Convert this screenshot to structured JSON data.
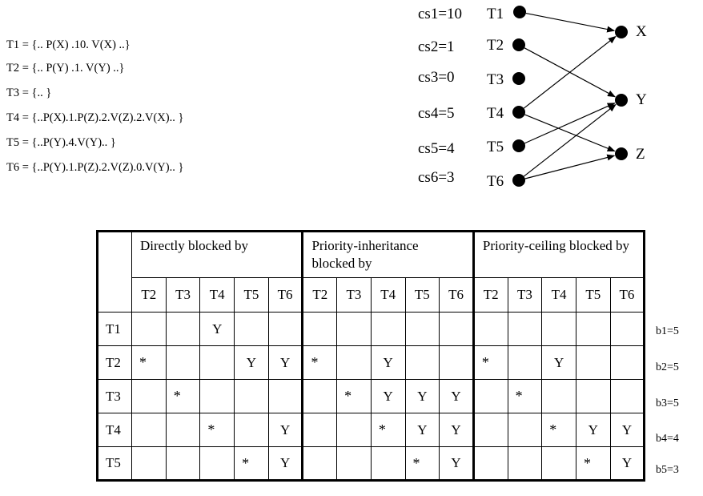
{
  "task_definitions": [
    "T1 = {.. P(X) .10. V(X) ..}",
    "T2 = {.. P(Y) .1. V(Y) ..}",
    "T3 = {.. }",
    "T4 = {..P(X).1.P(Z).2.V(Z).2.V(X).. }",
    "T5 = {..P(Y).4.V(Y).. }",
    "T6 = {..P(Y).1.P(Z).2.V(Z).0.V(Y).. }"
  ],
  "graph": {
    "critical_sections": [
      "cs1=10",
      "cs2=1",
      "cs3=0",
      "cs4=5",
      "cs5=4",
      "cs6=3"
    ],
    "tasks": [
      "T1",
      "T2",
      "T3",
      "T4",
      "T5",
      "T6"
    ],
    "resources": [
      "X",
      "Y",
      "Z"
    ],
    "edges": [
      {
        "from": "T1",
        "to": "X"
      },
      {
        "from": "T2",
        "to": "Y"
      },
      {
        "from": "T4",
        "to": "X"
      },
      {
        "from": "T4",
        "to": "Z"
      },
      {
        "from": "T5",
        "to": "Y"
      },
      {
        "from": "T6",
        "to": "Y"
      },
      {
        "from": "T6",
        "to": "Z"
      }
    ]
  },
  "table": {
    "groups": [
      "Directly blocked by",
      "Priority-inheritance blocked by",
      "Priority-ceiling blocked by"
    ],
    "columns": [
      "T2",
      "T3",
      "T4",
      "T5",
      "T6"
    ],
    "rows": [
      {
        "task": "T1",
        "cells": [
          "",
          "",
          "Y",
          "",
          "",
          "",
          "",
          "",
          "",
          "",
          "",
          "",
          "",
          "",
          ""
        ]
      },
      {
        "task": "T2",
        "cells": [
          "*",
          "",
          "",
          "Y",
          "Y",
          "*",
          "",
          "Y",
          "",
          "",
          "*",
          "",
          "Y",
          "",
          ""
        ]
      },
      {
        "task": "T3",
        "cells": [
          "",
          "*",
          "",
          "",
          "",
          "",
          "*",
          "Y",
          "Y",
          "Y",
          "",
          "*",
          "",
          "",
          ""
        ]
      },
      {
        "task": "T4",
        "cells": [
          "",
          "",
          "*",
          "",
          "Y",
          "",
          "",
          "*",
          "Y",
          "Y",
          "",
          "",
          "*",
          "Y",
          "Y"
        ]
      },
      {
        "task": "T5",
        "cells": [
          "",
          "",
          "",
          "*",
          "Y",
          "",
          "",
          "",
          "*",
          "Y",
          "",
          "",
          "",
          "*",
          "Y"
        ]
      }
    ]
  },
  "blocking_times": [
    "b1=5",
    "b2=5",
    "b3=5",
    "b4=4",
    "b5=3"
  ]
}
